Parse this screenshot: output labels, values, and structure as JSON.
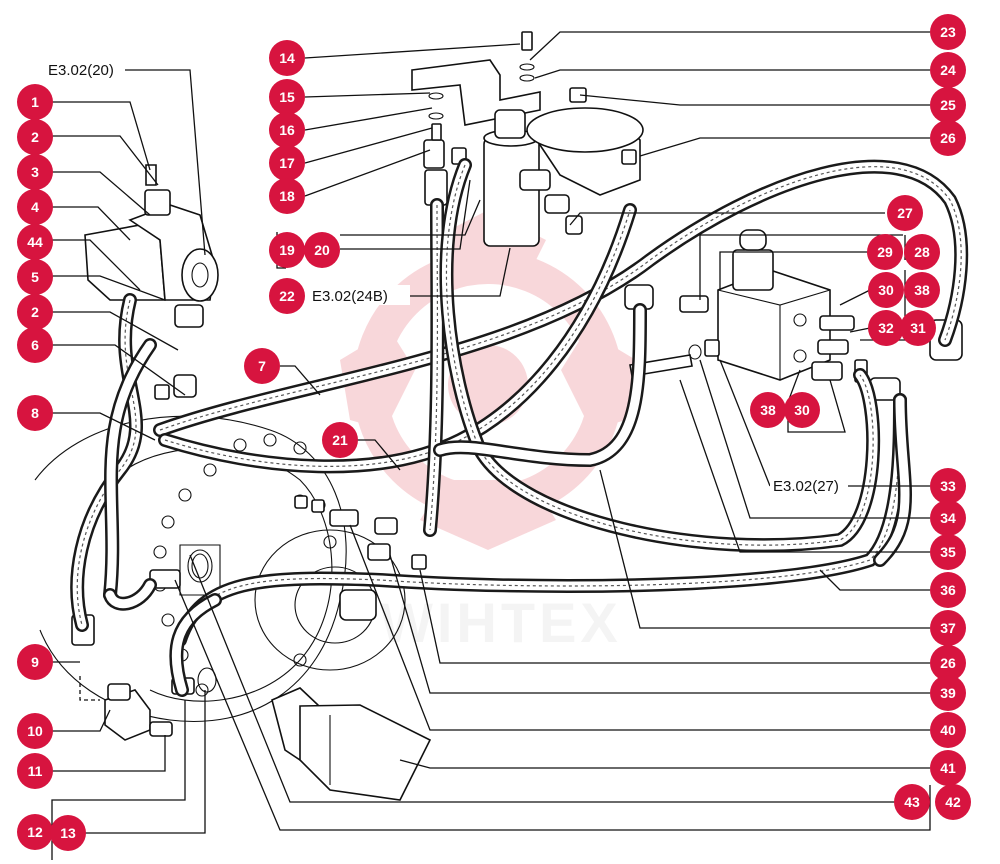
{
  "watermark": {
    "text": "WIHTEX",
    "color": "#f4b7bd"
  },
  "accent_color": "#d7143f",
  "callouts": [
    {
      "label": "1"
    },
    {
      "label": "2"
    },
    {
      "label": "3"
    },
    {
      "label": "4"
    },
    {
      "label": "44"
    },
    {
      "label": "5"
    },
    {
      "label": "2"
    },
    {
      "label": "6"
    },
    {
      "label": "7"
    },
    {
      "label": "8"
    },
    {
      "label": "9"
    },
    {
      "label": "10"
    },
    {
      "label": "11"
    },
    {
      "label": "12"
    },
    {
      "label": "13"
    },
    {
      "label": "14"
    },
    {
      "label": "15"
    },
    {
      "label": "16"
    },
    {
      "label": "17"
    },
    {
      "label": "18"
    },
    {
      "label": "19"
    },
    {
      "label": "20"
    },
    {
      "label": "21"
    },
    {
      "label": "22"
    },
    {
      "label": "23"
    },
    {
      "label": "24"
    },
    {
      "label": "25"
    },
    {
      "label": "26"
    },
    {
      "label": "27"
    },
    {
      "label": "29"
    },
    {
      "label": "28"
    },
    {
      "label": "30"
    },
    {
      "label": "38"
    },
    {
      "label": "32"
    },
    {
      "label": "31"
    },
    {
      "label": "38"
    },
    {
      "label": "30"
    },
    {
      "label": "33"
    },
    {
      "label": "34"
    },
    {
      "label": "35"
    },
    {
      "label": "36"
    },
    {
      "label": "37"
    },
    {
      "label": "26"
    },
    {
      "label": "39"
    },
    {
      "label": "40"
    },
    {
      "label": "41"
    },
    {
      "label": "43"
    },
    {
      "label": "42"
    }
  ],
  "references": [
    {
      "text": "E3.02(20)"
    },
    {
      "text": "E3.02(24B)"
    },
    {
      "text": "E3.02(27)"
    }
  ]
}
